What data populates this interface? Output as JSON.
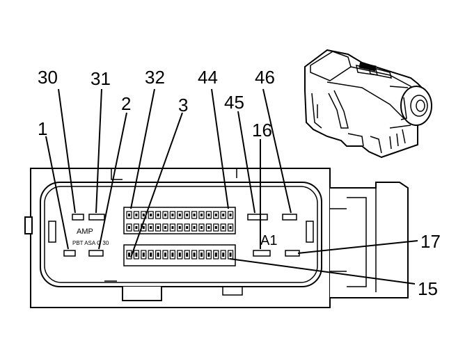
{
  "pin_callouts": {
    "p30": "30",
    "p31": "31",
    "p32": "32",
    "p44": "44",
    "p46": "46",
    "p2": "2",
    "p3": "3",
    "p45": "45",
    "p1": "1",
    "p16": "16",
    "p17": "17",
    "p15": "15"
  },
  "housing_markings": {
    "brand": "AMP",
    "part_code": "PBT ASA G 30",
    "cavity_ref": "A1"
  },
  "colors": {
    "line": "#000000",
    "background": "#ffffff"
  }
}
